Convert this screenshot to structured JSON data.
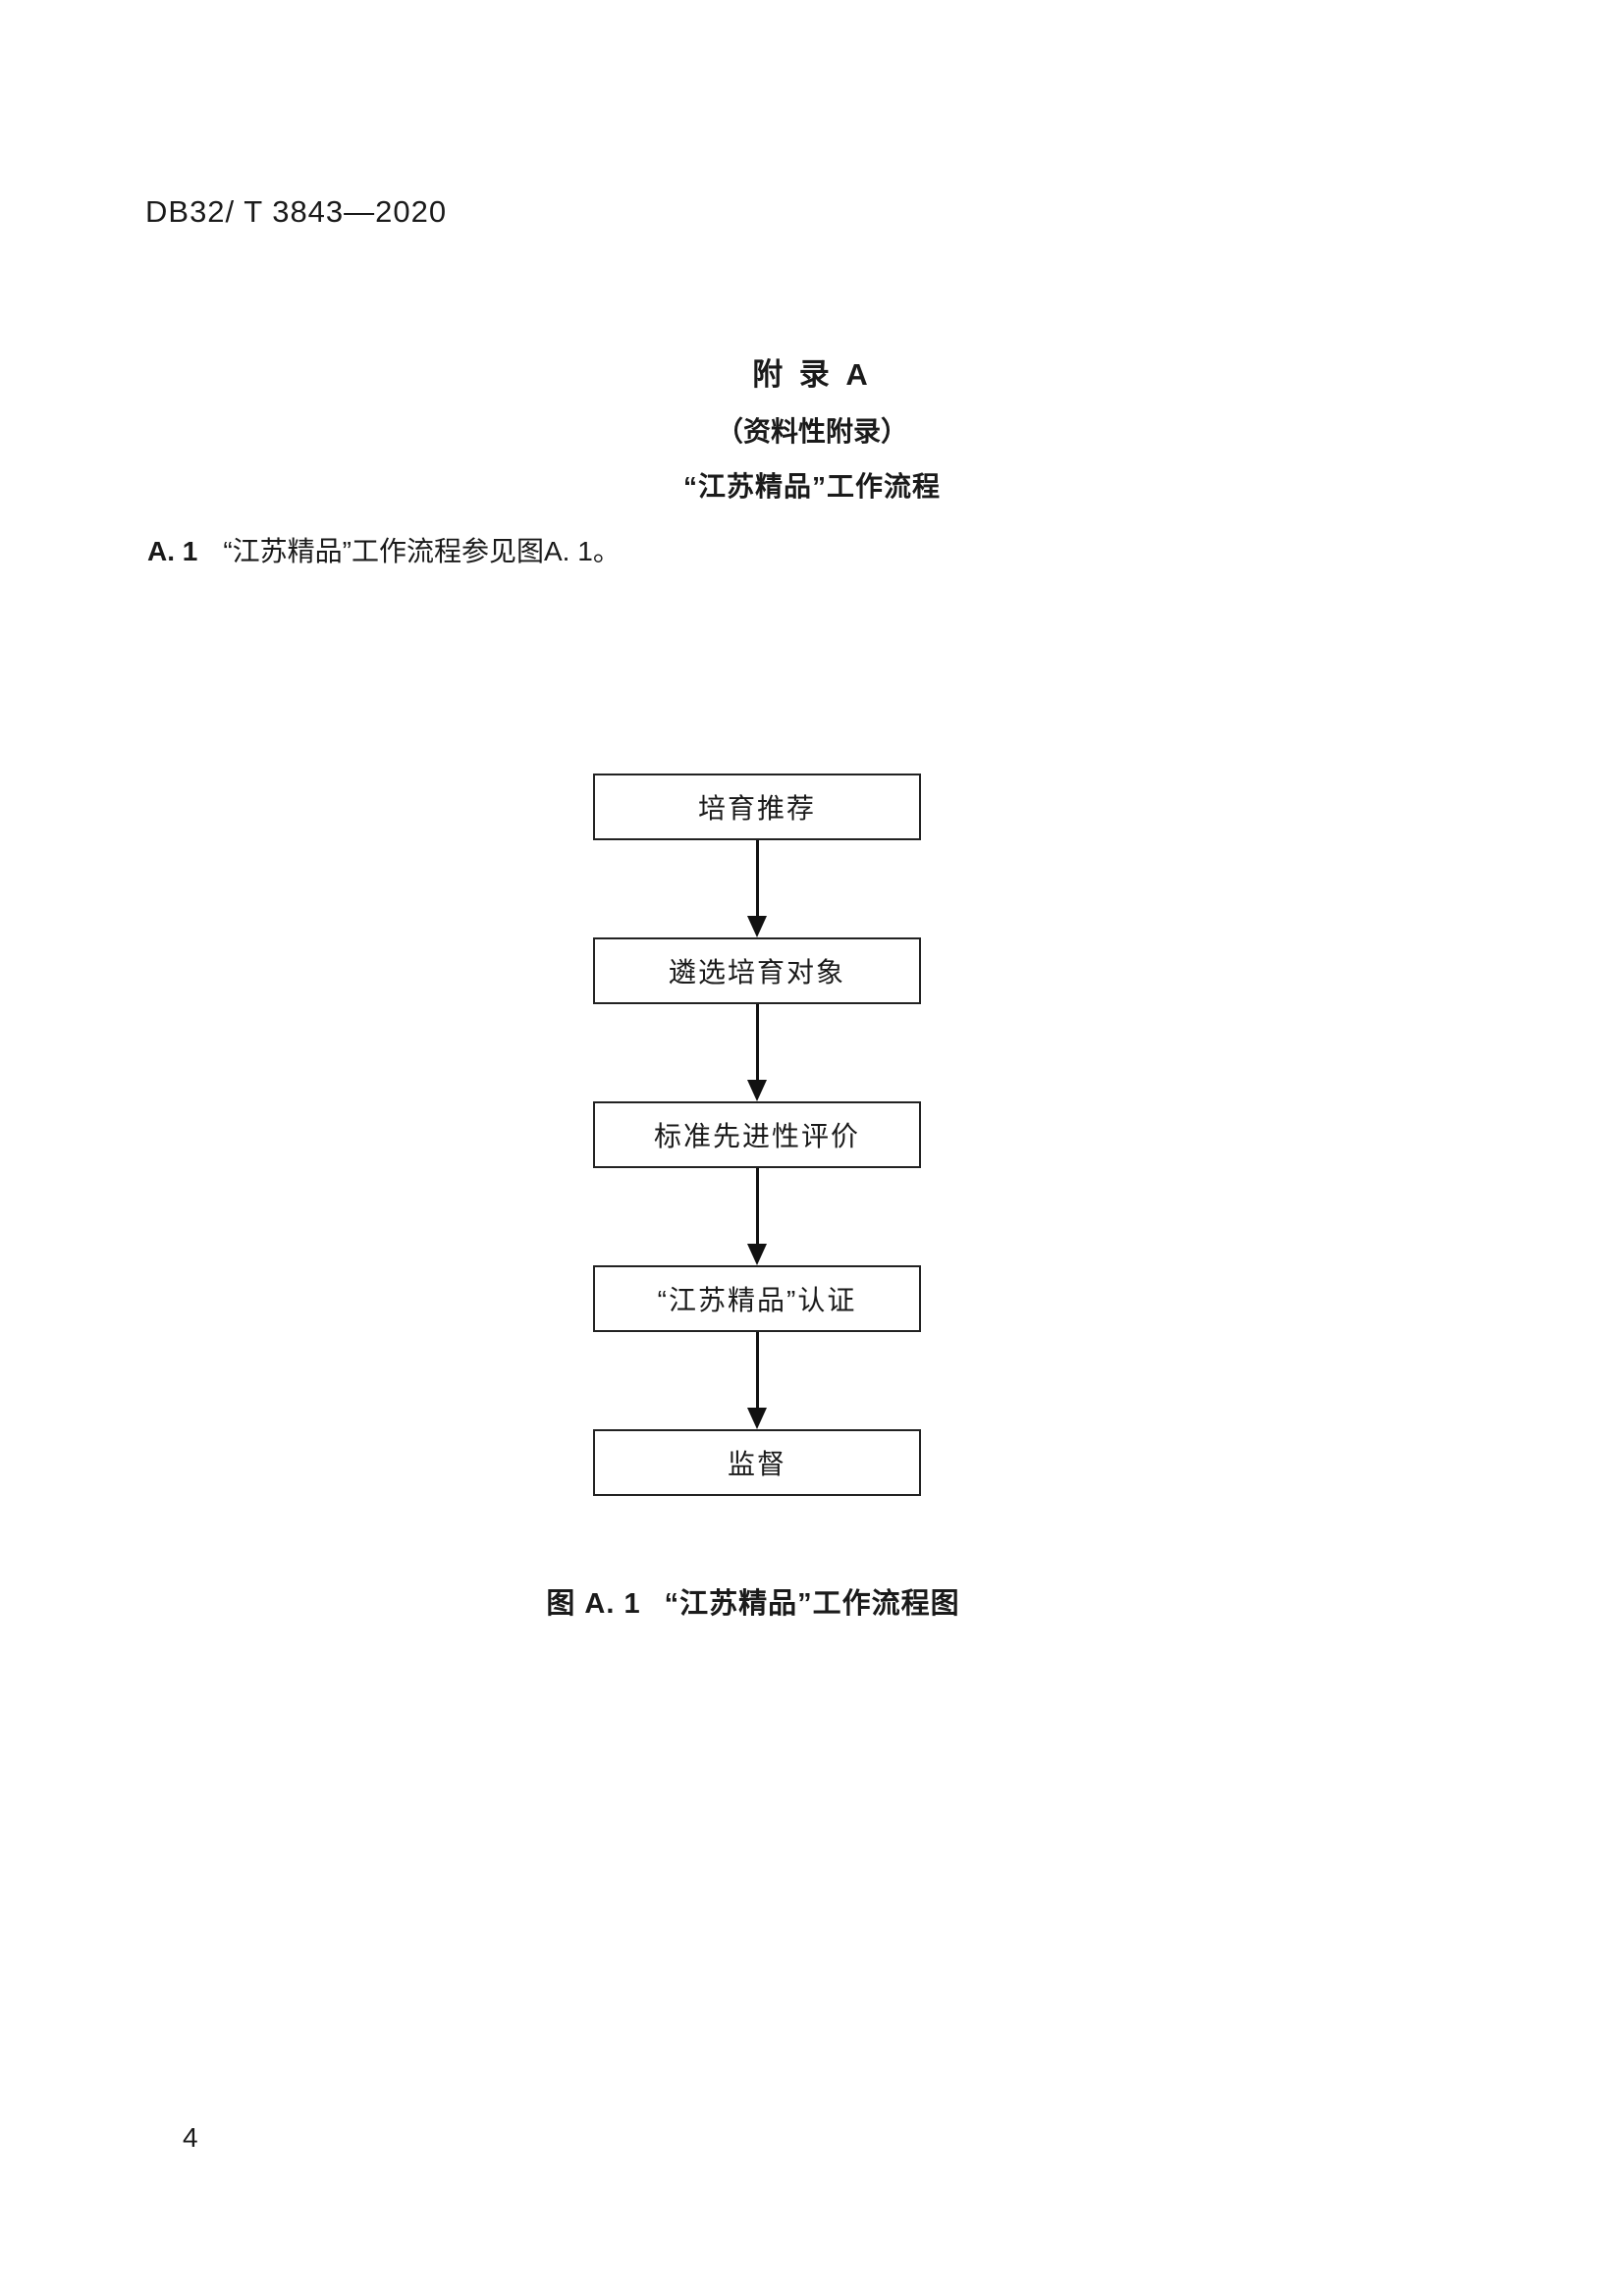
{
  "header": {
    "doc_number": "DB32/ T 3843—2020"
  },
  "appendix": {
    "title": "附  录  A",
    "subtitle": "（资料性附录）",
    "subject": "“江苏精品”工作流程"
  },
  "clause": {
    "label": "A. 1",
    "text": "“江苏精品”工作流程参见图A. 1。"
  },
  "flowchart": {
    "steps": [
      "培育推荐",
      "遴选培育对象",
      "标准先进性评价",
      "“江苏精品”认证",
      "监督"
    ]
  },
  "figure": {
    "caption_label": "图 A. 1",
    "caption_text": "“江苏精品”工作流程图"
  },
  "footer": {
    "page_number": "4"
  }
}
